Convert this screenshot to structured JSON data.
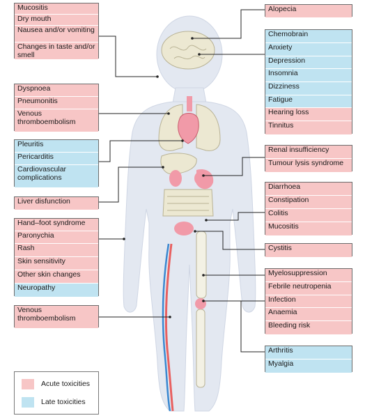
{
  "boxes": {
    "mouth": [
      {
        "label": "Mucositis",
        "type": "acute"
      },
      {
        "label": "Dry mouth",
        "type": "acute"
      },
      {
        "label": "Nausea and/or vomiting",
        "type": "acute"
      },
      {
        "label": "Changes in taste and/or smell",
        "type": "acute"
      }
    ],
    "lungs": [
      {
        "label": "Dyspnoea",
        "type": "acute"
      },
      {
        "label": "Pneumonitis",
        "type": "acute"
      },
      {
        "label": "Venous thromboembolism",
        "type": "acute"
      }
    ],
    "heart": [
      {
        "label": "Pleuritis",
        "type": "late"
      },
      {
        "label": "Pericarditis",
        "type": "late"
      },
      {
        "label": "Cardiovascular complications",
        "type": "late"
      }
    ],
    "liver": [
      {
        "label": "Liver disfunction",
        "type": "acute"
      }
    ],
    "skin": [
      {
        "label": "Hand–foot syndrome",
        "type": "acute"
      },
      {
        "label": "Paronychia",
        "type": "acute"
      },
      {
        "label": "Rash",
        "type": "acute"
      },
      {
        "label": "Skin sensitivity",
        "type": "acute"
      },
      {
        "label": "Other skin changes",
        "type": "acute"
      },
      {
        "label": "Neuropathy",
        "type": "late"
      }
    ],
    "leg_vein": [
      {
        "label": "Venous thromboembolism",
        "type": "acute"
      }
    ],
    "hair": [
      {
        "label": "Alopecia",
        "type": "acute"
      }
    ],
    "brain": [
      {
        "label": "Chemobrain",
        "type": "late"
      },
      {
        "label": "Anxiety",
        "type": "late"
      },
      {
        "label": "Depression",
        "type": "late"
      },
      {
        "label": "Insomnia",
        "type": "late"
      },
      {
        "label": "Dizziness",
        "type": "late"
      },
      {
        "label": "Fatigue",
        "type": "late"
      },
      {
        "label": "Hearing loss",
        "type": "acute"
      },
      {
        "label": "Tinnitus",
        "type": "acute"
      }
    ],
    "kidney": [
      {
        "label": "Renal insufficiency",
        "type": "acute"
      },
      {
        "label": "Tumour lysis syndrome",
        "type": "acute"
      }
    ],
    "gut": [
      {
        "label": "Diarrhoea",
        "type": "acute"
      },
      {
        "label": "Constipation",
        "type": "acute"
      },
      {
        "label": "Colitis",
        "type": "acute"
      },
      {
        "label": "Mucositis",
        "type": "acute"
      }
    ],
    "bladder": [
      {
        "label": "Cystitis",
        "type": "acute"
      }
    ],
    "marrow": [
      {
        "label": "Myelosuppression",
        "type": "acute"
      },
      {
        "label": "Febrile neutropenia",
        "type": "acute"
      },
      {
        "label": "Infection",
        "type": "acute"
      },
      {
        "label": "Anaemia",
        "type": "acute"
      },
      {
        "label": "Bleeding risk",
        "type": "acute"
      }
    ],
    "joints": [
      {
        "label": "Arthritis",
        "type": "late"
      },
      {
        "label": "Myalgia",
        "type": "late"
      }
    ]
  },
  "legend": {
    "acute_label": "Acute toxicities",
    "late_label": "Late toxicities"
  },
  "colors": {
    "acute": "#f7c6c6",
    "late": "#bfe3f1",
    "body": "#e3e8f1",
    "organ_pink": "#f19aa8",
    "organ_beige": "#ece8d2",
    "bone": "#f3f1e4",
    "vein_blue": "#3a88d0",
    "artery_red": "#e86060"
  }
}
